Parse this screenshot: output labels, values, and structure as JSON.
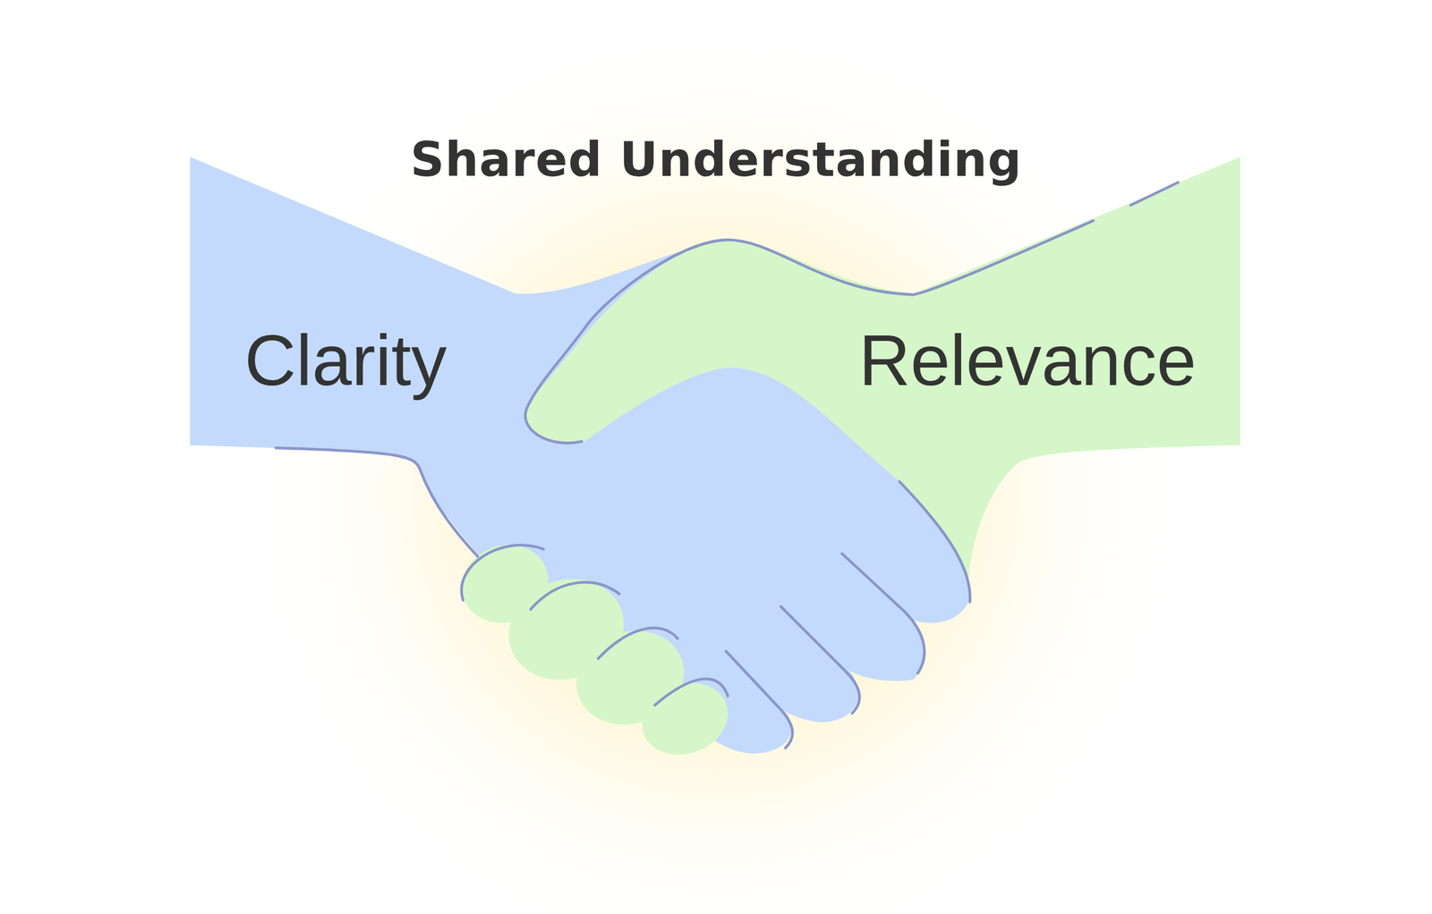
{
  "diagram": {
    "title": "Shared Understanding",
    "labels": [
      "Clarity",
      "Relevance"
    ]
  }
}
